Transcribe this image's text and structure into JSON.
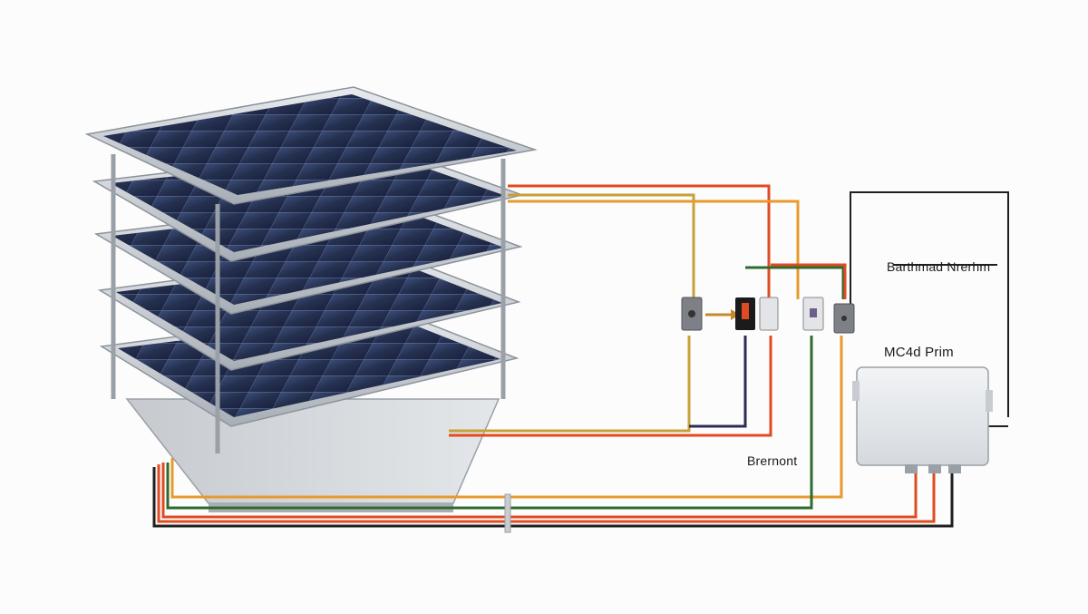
{
  "labels": {
    "combiner_label": "Barthmad Nrerhm",
    "box_label": "MC4d Prim",
    "lower_label": "Brernont"
  },
  "panels": [
    {
      "id": 1
    },
    {
      "id": 2
    },
    {
      "id": 3
    },
    {
      "id": 4
    },
    {
      "id": 5
    }
  ],
  "wire_colors": {
    "red": "#e04b23",
    "orange": "#e79a2c",
    "green": "#2e6b2e",
    "black": "#1f1f1f",
    "navy": "#2b2b55",
    "gold": "#c6a13a"
  },
  "icons": [
    "mc4-connector-icon",
    "fuse-holder-icon",
    "arrow-icon",
    "junction-box-icon"
  ]
}
